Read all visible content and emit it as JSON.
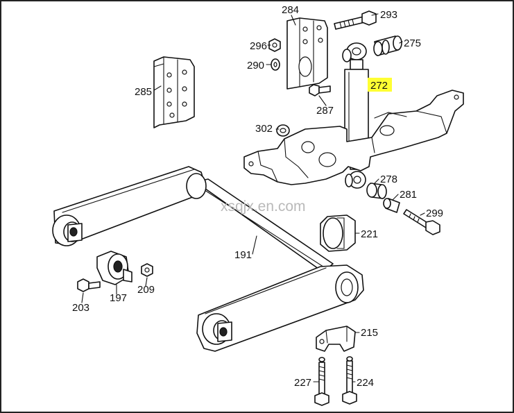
{
  "watermark": "xsqjx.en.com",
  "highlight_color": "#ffff33",
  "labels": {
    "p284": "284",
    "p293": "293",
    "p296": "296",
    "p275": "275",
    "p290": "290",
    "p272": "272",
    "p285": "285",
    "p287": "287",
    "p302": "302",
    "p278": "278",
    "p281": "281",
    "p299": "299",
    "p221": "221",
    "p191": "191",
    "p197": "197",
    "p209": "209",
    "p203": "203",
    "p215": "215",
    "p227": "227",
    "p224": "224"
  }
}
